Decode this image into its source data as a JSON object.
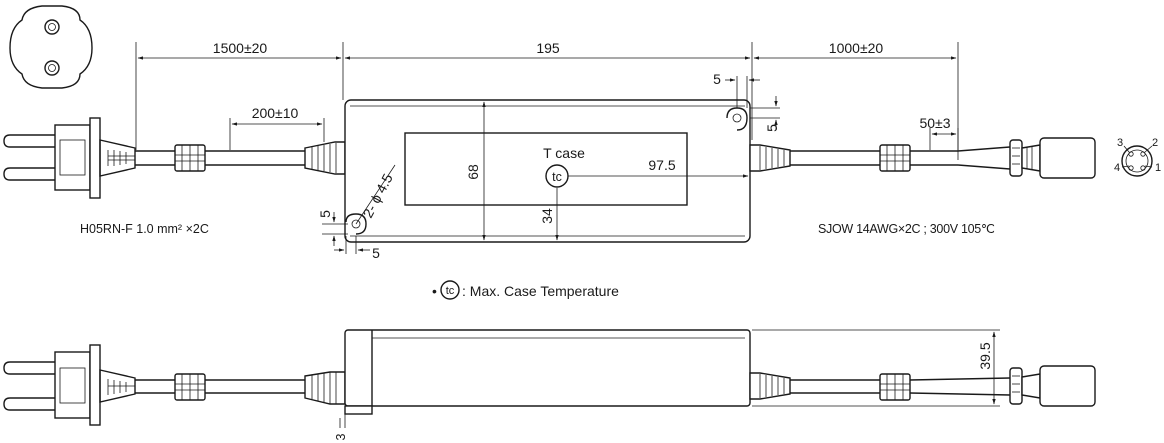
{
  "dimensions": {
    "ac_cable_length": "1500±20",
    "body_length": "195",
    "dc_cable_length": "1000±20",
    "strain_relief": "200±10",
    "dc_strip": "50±3",
    "body_width": "68",
    "tc_x": "97.5",
    "tc_y": "34",
    "hole_dia": "2- ϕ 4.5",
    "hole_off_a": "5",
    "hole_off_b": "5",
    "hole_off_c": "5",
    "hole_off_d": "5",
    "body_height": "39.5",
    "flange": "3"
  },
  "labels": {
    "t_case": "T case",
    "tc_symbol": "tc",
    "ac_cable_spec": "H05RN-F 1.0 mm² ×2C",
    "dc_cable_spec": "SJOW 14AWG×2C ; 300V 105℃",
    "legend_bullet": "•",
    "legend_symbol": "tc",
    "legend_text": ": Max. Case Temperature"
  },
  "pins": [
    "1",
    "2",
    "3",
    "4"
  ]
}
